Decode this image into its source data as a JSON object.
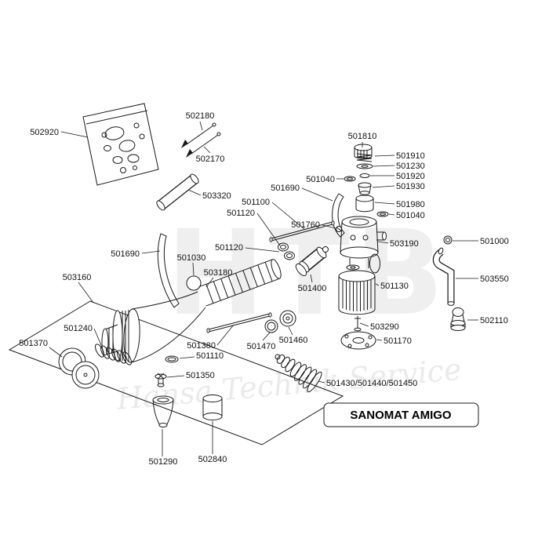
{
  "diagram_title": {
    "label": "SANOMAT AMIGO"
  },
  "watermark": {
    "big": "HTB",
    "script": "Hansa Technik Service"
  },
  "colors": {
    "line": "#1a1a1a",
    "background": "#ffffff",
    "watermark": "#efefef"
  },
  "labels": [
    {
      "text": "502920"
    },
    {
      "text": "502180"
    },
    {
      "text": "502170"
    },
    {
      "text": "503320"
    },
    {
      "text": "501690"
    },
    {
      "text": "501100"
    },
    {
      "text": "501120"
    },
    {
      "text": "501760"
    },
    {
      "text": "501810"
    },
    {
      "text": "501910"
    },
    {
      "text": "501230"
    },
    {
      "text": "501040"
    },
    {
      "text": "501920"
    },
    {
      "text": "501930"
    },
    {
      "text": "501980"
    },
    {
      "text": "501040"
    },
    {
      "text": "503190"
    },
    {
      "text": "501000"
    },
    {
      "text": "503550"
    },
    {
      "text": "502110"
    },
    {
      "text": "501130"
    },
    {
      "text": "503290"
    },
    {
      "text": "501170"
    },
    {
      "text": "501690"
    },
    {
      "text": "501030"
    },
    {
      "text": "503180"
    },
    {
      "text": "501120"
    },
    {
      "text": "501400"
    },
    {
      "text": "503160"
    },
    {
      "text": "501240"
    },
    {
      "text": "501370"
    },
    {
      "text": "501380"
    },
    {
      "text": "501110"
    },
    {
      "text": "501470"
    },
    {
      "text": "501460"
    },
    {
      "text": "501350"
    },
    {
      "text": "501290"
    },
    {
      "text": "502840"
    },
    {
      "text": "501430/501440/501450"
    }
  ]
}
